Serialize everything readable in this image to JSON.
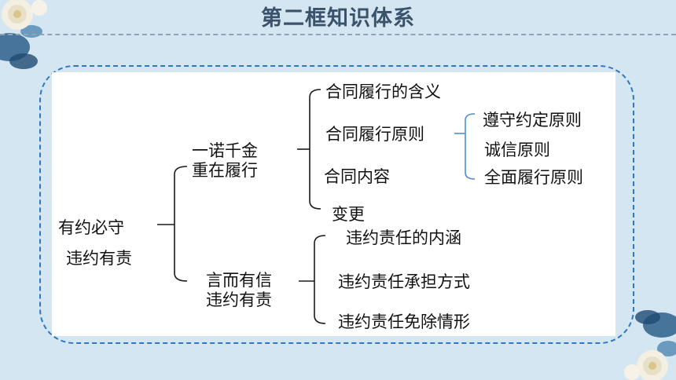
{
  "title": "第二框知识体系",
  "diagram": {
    "root": [
      "有约必守",
      "违约有责"
    ],
    "branch1": [
      "一诺千金",
      "重在履行"
    ],
    "branch2": [
      "言而有信",
      "违约有责"
    ],
    "b1_children": [
      "合同履行的含义",
      "合同履行原则",
      "合同内容",
      "变更"
    ],
    "principles": [
      "遵守约定原则",
      "诚信原则",
      "全面履行原则"
    ],
    "b2_children": [
      "违约责任的内涵",
      "违约责任承担方式",
      "违约责任免除情形"
    ]
  },
  "colors": {
    "background": "#d3e6f2",
    "title": "#3a536a",
    "frame_border": "#2f79c3",
    "card": "#ffffff",
    "bracket": "#1a1a1a",
    "sub_bracket": "#4a8fd0"
  }
}
